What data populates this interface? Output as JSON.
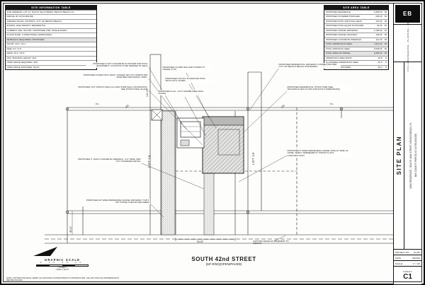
{
  "sheet": {
    "logo_text": "EB",
    "firm_block": "CIVIL ENGINEERING - PLANNING - DESIGN",
    "title_vertical": "SITE PLAN",
    "project_line1": "NEW RESIDENCE - SOUTH 42nd STREET, MEXICO BEACH, FL",
    "project_line2": "BAY COUNTY PARCEL ID: 04716-000-000",
    "project_no_label": "PROJECT NO:",
    "project_no": "23-042",
    "date_label": "DATE:",
    "date": "05/2023",
    "scale_label": "SCALE:",
    "scale": "1\" = 20'",
    "sheet_label": "SHEET",
    "sheet_number": "C1"
  },
  "site_info_table": {
    "title": "SITE INFORMATION TABLE",
    "rows": [
      "SITE ADDRESS: LOT 14, SOUTH 42nd STREET, MEXICO BEACH, FL",
      "PARCEL ID: 04716-000-000",
      "JURISDICTIONAL CONTROL: CITY OF MEXICO BEACH",
      "ZONING: HIGH DENSITY RESIDENTIAL",
      "CURRENT USE: VACANT / PROPOSED USE: SINGLE FAMILY",
      "FLOOD ZONE: X (FIRM PANEL 12005C0418G)",
      "SETBACKS: REQUIRED / PROPOSED",
      "FRONT: 20.0' / 25.1'",
      "SIDE: 5.0' / 5.0'",
      "REAR: 15.0' / 52.5'",
      "MAX. BUILDING HEIGHT: 48.0'",
      "OPEN SPACE REQUIRED: 30%",
      "OPEN SPACE PROVIDED: 69.2%"
    ]
  },
  "site_area_table": {
    "title": "SITE AREA TABLE",
    "rows": [
      {
        "label": "PROPOSED RESIDENCE",
        "value": "1,805.00",
        "unit": "SF"
      },
      {
        "label": "PROPOSED COVERED PORCHES",
        "value": "245.00",
        "unit": "SF"
      },
      {
        "label": "PROPOSED POOL AND POOL DECK",
        "value": "710.00",
        "unit": "SF"
      },
      {
        "label": "PROPOSED POOL EQUIP. PLATFORM",
        "value": "40.00",
        "unit": "SF"
      },
      {
        "label": "PROPOSED GRAVEL DRIVEWAY",
        "value": "1,208.00",
        "unit": "SF"
      },
      {
        "label": "PROPOSED GRAVEL WALKWAY",
        "value": "128.00",
        "unit": "SF"
      },
      {
        "label": "PROPOSED CONCRETE SIDEWALK",
        "value": "112.00",
        "unit": "SF"
      },
      {
        "label": "TOTAL IMPERVIOUS AREA",
        "value": "2,912.00",
        "unit": "SF"
      },
      {
        "label": "TOTAL PERVIOUS AREA",
        "value": "6,538.00",
        "unit": "SF"
      },
      {
        "label": "TOTAL AREA OF PARCEL",
        "value": "9,450.00",
        "unit": "SF"
      },
      {
        "label": "IMPERVIOUS AREA RATIO",
        "value": "30.8",
        "unit": "%"
      },
      {
        "label": "ALLOWABLE IMPERVIOUS AREA",
        "value": "50.0",
        "unit": "%"
      },
      {
        "label": "OPEN SPACE PROVIDED",
        "value": "69.2",
        "unit": "%"
      }
    ]
  },
  "drawing": {
    "street_label": "SOUTH 42nd STREET",
    "street_sub": "(50'-R/W)(OPEN/PAVED)",
    "lot_left": "LOT 14",
    "lot_right": "LOT 13",
    "flag_left": "101",
    "flag_right": "101",
    "pl_left": "P/L",
    "pl_right": "P/L",
    "dim_left": "45.00'",
    "dim_mid": "101.00'",
    "dim_bottom": "50.00'",
    "annotations": [
      {
        "text": "PROPOSED 4'X10' CONCRETE PLATFORM FOR POOL EQUIPMENT. LOCATION TO BE VERIFIED IN FIELD"
      },
      {
        "text": "PROPOSED PAVER POOL DECK. PAVERS SET ON COMPACTED SAND BED PER MANUF. SPEC."
      },
      {
        "text": "PROPOSED ±0.5' STRUCTURAL FILL AND STEM WALL FOUNDATION. SEE STRUCTURAL PLANS"
      },
      {
        "text": "PROPOSED GUARD RAIL AND STAIRS TO GRADE (TYP.)"
      },
      {
        "text": "PROPOSED ±12'X16' IN-GROUND POOL WITH AUTO COVER"
      },
      {
        "text": "PROPOSED F.F.E. +13.0' NAVD88 (SEE ARCH. PLANS)"
      },
      {
        "text": "PROPOSED RESIDENTIAL DRIVEWAY CONNECTION PER CITY OF MEXICO BEACH STANDARDS"
      },
      {
        "text": "PROPOSED RESIDENTIAL STRUCTURE (SEE ARCHITECTURAL PLANS FOR EXACT DIMENSIONS)"
      },
      {
        "text": "PROPOSED 5' WIDE PERMEABLE GRAVEL PATH AT SIDE OF HOME. VERIFY PERMEABILITY PRIOR TO ANY CONSTRUCTION"
      },
      {
        "text": "PROPOSED 4\" THICK CONCRETE SIDEWALK, 4'-0\" WIDE, PER CITY STANDARD DETAIL"
      },
      {
        "text": "PROPOSED 20' WIDE PERMEABLE GRAVEL DRIVEWAY. TOP 4\" #57 STONE OVER FILTER FABRIC"
      },
      {
        "text": "EXISTING EDGE OF PAVEMENT TO REMAIN"
      }
    ]
  },
  "graphic_scale": {
    "title": "GRAPHIC SCALE",
    "ticks": "0 10 20 40",
    "note1": "( IN FEET )",
    "note2": "1 INCH = 20 FT."
  },
  "footer_note": "NOTE: CONTRACTOR SHALL VERIFY ALL EXISTING UTILITIES PRIOR TO CONSTRUCTION. CALL 811 TWO FULL BUSINESS DAYS BEFORE DIGGING."
}
